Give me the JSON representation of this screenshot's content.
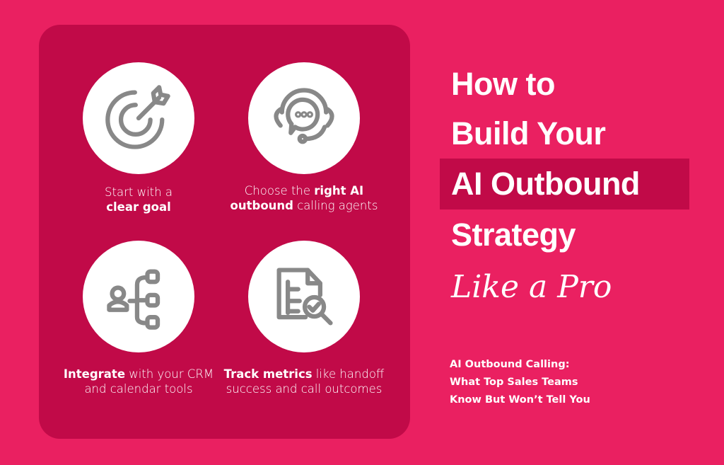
{
  "colors": {
    "background": "#EA2061",
    "panel": "#C10A48",
    "icon": "#888888"
  },
  "steps": [
    {
      "icon": "target-arrow-icon",
      "pre": "Start with a",
      "bold": "clear goal",
      "post": ""
    },
    {
      "icon": "headset-chat-icon",
      "pre": "Choose the ",
      "bold": "right AI outbound",
      "post": " calling agents"
    },
    {
      "icon": "user-hierarchy-icon",
      "pre": "",
      "bold": "Integrate",
      "post": " with your CRM and calendar tools"
    },
    {
      "icon": "document-search-check-icon",
      "pre": "",
      "bold": "Track metrics",
      "post": " like handoff success and call outcomes"
    }
  ],
  "title": {
    "line1": "How to",
    "line2": "Build Your",
    "line3": "AI Outbound",
    "line4": "Strategy",
    "line5": "Like a Pro"
  },
  "subtitle": {
    "line1": "AI Outbound Calling:",
    "line2": "What Top Sales Teams",
    "line3": "Know But Won’t Tell You"
  }
}
